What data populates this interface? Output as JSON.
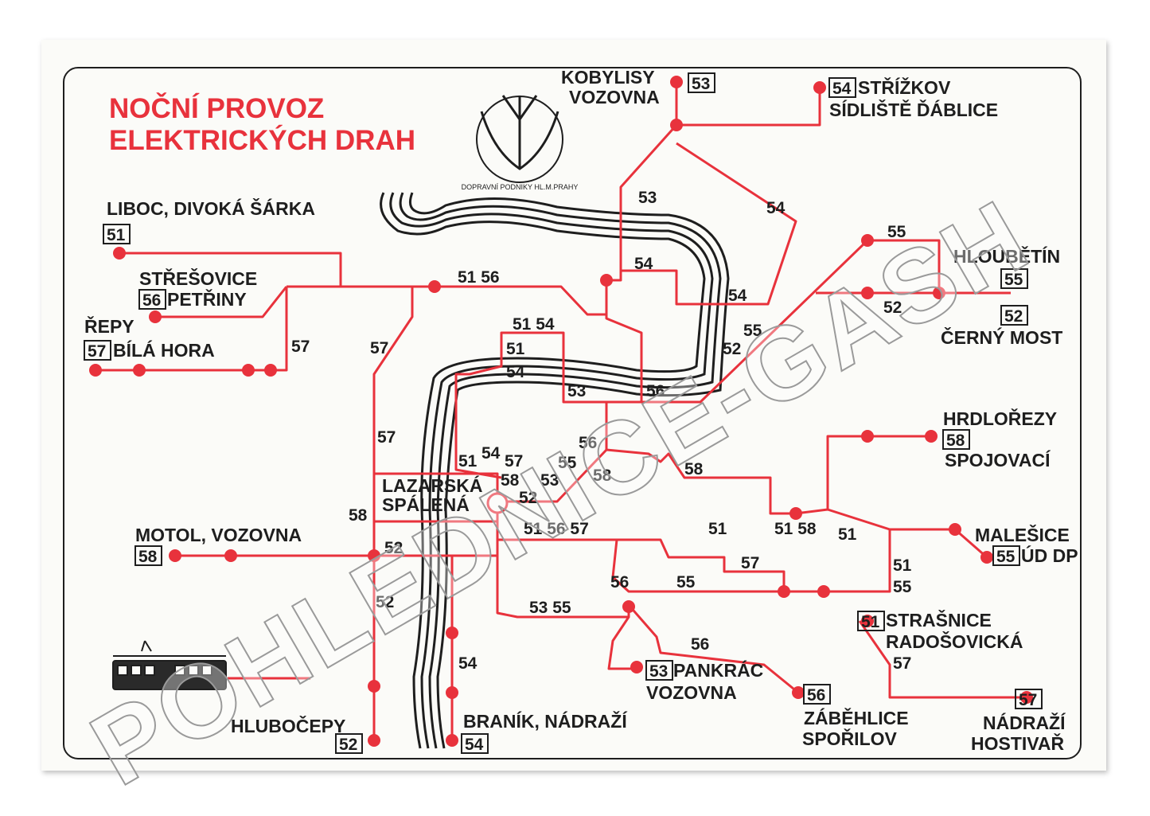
{
  "title": {
    "line1": "NOČNÍ PROVOZ",
    "line2": "ELEKTRICKÝCH DRAH"
  },
  "logo": {
    "text": "DOPRAVNÍ PODNIKY HL.M.PRAHY"
  },
  "watermark": "POHLEDNICE-GASH",
  "colors": {
    "line": "#e8323c",
    "text": "#1e1e1e",
    "river": "#1e1e1e",
    "card": "#fbfbf8"
  },
  "terminals": [
    {
      "name": "KOBYLISY",
      "name2": "VOZOVNA",
      "route": "53"
    },
    {
      "name": "STŘÍŽKOV",
      "name2": "SÍDLIŠTĚ ĎÁBLICE",
      "route": "54"
    },
    {
      "name": "LIBOC, DIVOKÁ ŠÁRKA",
      "route": "51"
    },
    {
      "name": "STŘEŠOVICE",
      "name2": "PETŘINY",
      "route": "56"
    },
    {
      "name": "ŘEPY",
      "name2": "BÍLÁ HORA",
      "route": "57"
    },
    {
      "name": "HLOUBĚTÍN",
      "route": "55"
    },
    {
      "name": "ČERNÝ MOST",
      "route": "52"
    },
    {
      "name": "HRDLOŘEZY",
      "name2": "SPOJOVACÍ",
      "route": "58"
    },
    {
      "name": "MOTOL, VOZOVNA",
      "route": "58"
    },
    {
      "name": "MALEŠICE",
      "name2": "ÚD DP",
      "route": "55"
    },
    {
      "name": "STRAŠNICE",
      "name2": "RADOŠOVICKÁ",
      "route": "51"
    },
    {
      "name": "PANKRÁC",
      "name2": "VOZOVNA",
      "route": "53"
    },
    {
      "name": "ZÁBĚHLICE",
      "name2": "SPOŘILOV",
      "route": "56"
    },
    {
      "name": "NÁDRAŽÍ",
      "name2": "HOSTIVAŘ",
      "route": "57"
    },
    {
      "name": "HLUBOČEPY",
      "route": "52"
    },
    {
      "name": "BRANÍK, NÁDRAŽÍ",
      "route": "54"
    }
  ],
  "hub": {
    "line1": "LAZARSKÁ",
    "line2": "SPÁLENÁ"
  },
  "route_labels": {
    "r53_top": "53",
    "r54_top": "54",
    "r55_hl": "55",
    "r54_mid": "54",
    "r54_mid2": "54",
    "r51_56": "51 56",
    "r52_hl": "52",
    "r57_left": "57",
    "r57_mid": "57",
    "r51_54": "51 54",
    "r51_a": "51",
    "r54_a": "54",
    "r55_b": "55",
    "r52_b": "52",
    "r53_c": "53",
    "r56_c": "56",
    "r57_c": "57",
    "r56_d": "56",
    "r51_e": "51",
    "r54_e": "54",
    "r57_e": "57",
    "r55_e": "55",
    "r58_e": "58",
    "r53_e": "53",
    "r58_f": "58",
    "r52_f": "52",
    "r58_g": "58",
    "r58_h": "58",
    "r51_56_57": "51 56 57",
    "r51_i": "51",
    "r51_58": "51 58",
    "r51_j": "51",
    "r52_k": "52",
    "r57_l": "57",
    "r56_m": "56",
    "r55_m": "55",
    "r51_n": "51",
    "r55_n": "55",
    "r53_55": "53 55",
    "r52_o": "52",
    "r56_p": "56",
    "r54_q": "54",
    "r57_r": "57"
  }
}
